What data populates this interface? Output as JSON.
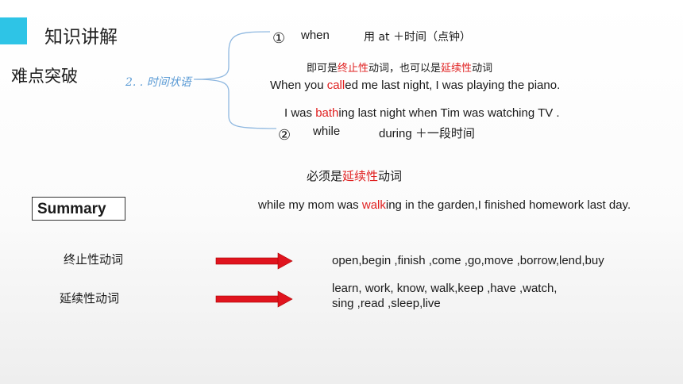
{
  "header": {
    "title": "知识讲解",
    "subtitle": "难点突破",
    "accent_color": "#2ec4e6"
  },
  "topic": {
    "label": "2. . 时间状语"
  },
  "item1": {
    "marker": "①",
    "word": "when",
    "usage": "用 at ＋时间（点钟）",
    "note": {
      "pre": "即可是",
      "red1": "终止性",
      "mid": "动词，也可以是",
      "red2": "延续性",
      "post": "动词"
    },
    "example1": {
      "pre": "When you ",
      "red": "call",
      "post": "ed me last night, I was playing the piano."
    },
    "example2": {
      "pre": "I was ",
      "red": "bath",
      "post": "ing last night when Tim was watching TV ."
    }
  },
  "item2": {
    "marker": "②",
    "word": "while",
    "usage": "during ＋一段时间",
    "note": {
      "pre": "必须是",
      "red": "延续性",
      "post": "动词"
    },
    "example": {
      "pre": "while my mom was ",
      "red": "walk",
      "post": "ing in the garden,I finished homework last day."
    }
  },
  "summary": {
    "label": "Summary",
    "rows": [
      {
        "category": "终止性动词",
        "verbs1": "open,begin ,finish ,come ,go,move ,borrow,lend,buy"
      },
      {
        "category": "延续性动词",
        "verbs1": "learn, work, know, walk,keep ,have ,watch,",
        "verbs2": "sing ,read ,sleep,live"
      }
    ]
  },
  "colors": {
    "highlight": "#e02020",
    "arrow": "#e0141e",
    "topic": "#5b9bd5",
    "brace": "#8fb8e0"
  }
}
